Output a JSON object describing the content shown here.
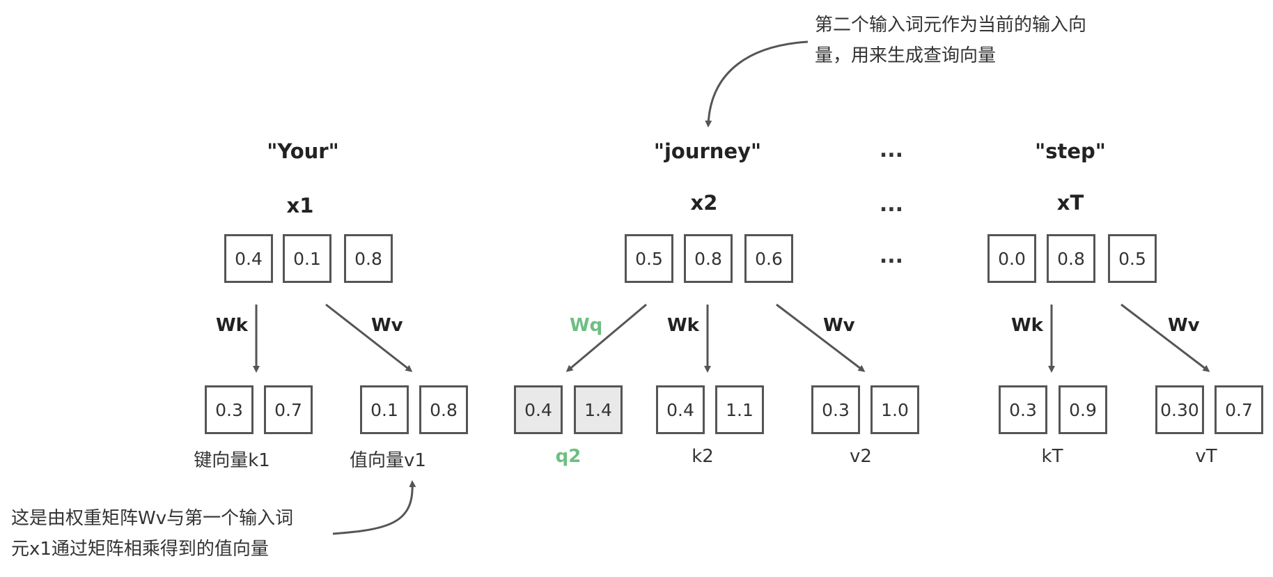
{
  "tokens": [
    {
      "word": "\"Your\"",
      "x": "x1",
      "input": [
        "0.4",
        "0.1",
        "0.8"
      ]
    },
    {
      "word": "\"journey\"",
      "x": "x2",
      "input": [
        "0.5",
        "0.8",
        "0.6"
      ]
    },
    {
      "word": "\"step\"",
      "x": "xT",
      "input": [
        "0.0",
        "0.8",
        "0.5"
      ]
    }
  ],
  "ellipsis": "...",
  "weights": {
    "wq": "Wq",
    "wk": "Wk",
    "wv": "Wv"
  },
  "vectors": {
    "k1": {
      "label": "键向量k1",
      "values": [
        "0.3",
        "0.7"
      ]
    },
    "v1": {
      "label": "值向量v1",
      "values": [
        "0.1",
        "0.8"
      ]
    },
    "q2": {
      "label": "q2",
      "values": [
        "0.4",
        "1.4"
      ]
    },
    "k2": {
      "label": "k2",
      "values": [
        "0.4",
        "1.1"
      ]
    },
    "v2": {
      "label": "v2",
      "values": [
        "0.3",
        "1.0"
      ]
    },
    "kT": {
      "label": "kT",
      "values": [
        "0.3",
        "0.9"
      ]
    },
    "vT": {
      "label": "vT",
      "values": [
        "0.30",
        "0.7"
      ]
    }
  },
  "annotations": {
    "top": [
      "第二个输入词元作为当前的输入向",
      "量，用来生成查询向量"
    ],
    "bottom": [
      "这是由权重矩阵Wv与第一个输入词",
      "元x1通过矩阵相乘得到的值向量"
    ]
  },
  "colors": {
    "query_highlight": "#6dbf82",
    "box_border": "#555555",
    "arrow": "#555555",
    "query_box_fill": "#e8e9e8"
  }
}
